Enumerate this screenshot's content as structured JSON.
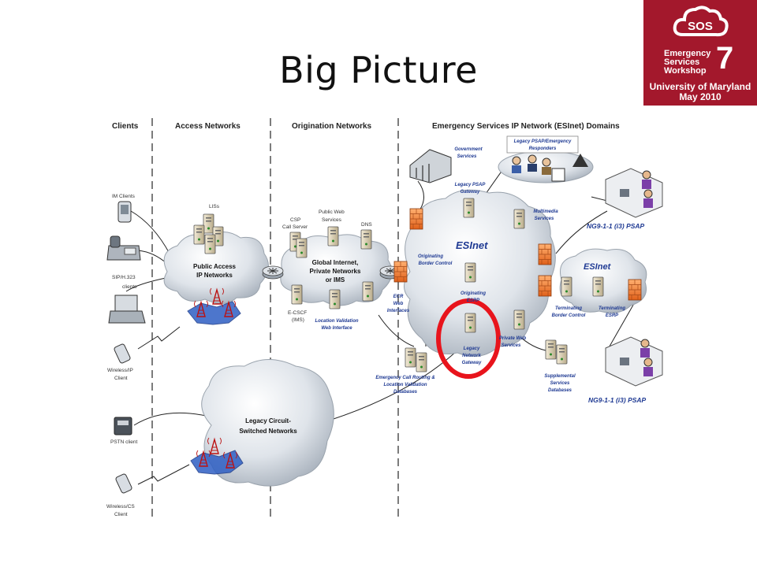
{
  "slide": {
    "title": "Big Picture"
  },
  "logo": {
    "badge": "SOS",
    "line1": "Emergency",
    "line2": "Services",
    "line3": "Workshop",
    "number": "7",
    "line4": "University of Maryland",
    "line5": "May 2010"
  },
  "columns": {
    "clients": "Clients",
    "access": "Access Networks",
    "origination": "Origination Networks",
    "esinet": "Emergency Services IP Network (ESInet) Domains"
  },
  "clients": {
    "im": "IM Clients",
    "sip_1": "SIP/H.323",
    "sip_2": "clients",
    "wireless_ip_1": "Wireless/IP",
    "wireless_ip_2": "Client",
    "pstn": "PSTN client",
    "wireless_cs_1": "Wireless/CS",
    "wireless_cs_2": "Client"
  },
  "access": {
    "lis": "LISs",
    "cloud_1": "Public Access",
    "cloud_2": "IP Networks"
  },
  "origination": {
    "csp_1": "CSP",
    "csp_2": "Call Server",
    "web_1": "Public Web",
    "web_2": "Services",
    "dns": "DNS",
    "cloud_1": "Global Internet,",
    "cloud_2": "Private Networks",
    "cloud_3": "or IMS",
    "ecscf_1": "E-CSCF",
    "ecscf_2": "(IMS)",
    "lv_1": "Location Validation",
    "lv_2": "Web Interface"
  },
  "legacy_cloud": {
    "line1": "Legacy Circuit-",
    "line2": "Switched Networks"
  },
  "esinet": {
    "gov_1": "Government",
    "gov_2": "Services",
    "legacy_psap_1": "Legacy PSAP/Emergency",
    "legacy_psap_2": "Responders",
    "lpg_1": "Legacy PSAP",
    "lpg_2": "Gateway",
    "mm_1": "Multimedia",
    "mm_2": "Services",
    "name": "ESInet",
    "obc_1": "Originating",
    "obc_2": "Border Control",
    "oesrp_1": "Originating",
    "oesrp_2": "ESRP",
    "ecr_1": "ECR",
    "ecr_2": "Web",
    "ecr_3": "Interfaces",
    "lng_1": "Legacy",
    "lng_2": "Network",
    "lng_3": "Gateway",
    "pws_1": "Private Web",
    "pws_2": "Services",
    "ecrdb_1": "Emergency Call Routing &",
    "ecrdb_2": "Location Validation",
    "ecrdb_3": "Databases",
    "supp_1": "Supplemental",
    "supp_2": "Services",
    "supp_3": "Databases",
    "ng_psap_top": "NG9-1-1 (i3) PSAP",
    "ng_psap_bottom": "NG9-1-1 (i3) PSAP",
    "esinet2": "ESInet",
    "tbc_1": "Terminating",
    "tbc_2": "Border Control",
    "tesrp_1": "Terminating",
    "tesrp_2": "ESRP"
  },
  "colors": {
    "logo_red": "#a3182c",
    "label_blue": "#1f3a93",
    "highlight_red": "#e8141c",
    "firewall_orange": "#f07a20"
  }
}
